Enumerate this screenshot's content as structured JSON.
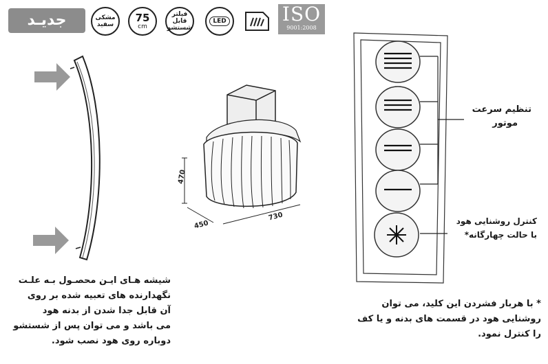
{
  "badges": {
    "new_label": "جديـد",
    "color_label_line1": "مشکی",
    "color_label_line2": "سفید",
    "width_value": "75",
    "width_unit": "cm",
    "filter_line1": "فیلتر",
    "filter_line2": "قابل",
    "filter_line3": "شستشو",
    "led_label": "LED",
    "iso_title": "ISO",
    "iso_number": "9001:2008"
  },
  "dimensions": {
    "height": "470",
    "depth": "450",
    "width": "730"
  },
  "control_panel": {
    "speed_label_line1": "تنظیم سرعت",
    "speed_label_line2": "موتور",
    "light_label_line1": "کنترل روشنایی هود",
    "light_label_line2": "با حالت چهارگانه*"
  },
  "notes": {
    "glass_line1": "شیشه هـای ایـن محصـول بـه علـت",
    "glass_line2": "نگهدارنده های تعبیه شده بر روی",
    "glass_line3": "آن قابل جدا شدن از بدنه هود",
    "glass_line4": "می باشد و می توان پس از شستشو",
    "glass_line5": "دوباره روی هود نصب شود.",
    "footnote_line1": "* با هربار فشردن این کلید، می توان",
    "footnote_line2": "روشنایی هود در قسمت های بدنه و یا کف",
    "footnote_line3": "را کنترل نمود."
  }
}
